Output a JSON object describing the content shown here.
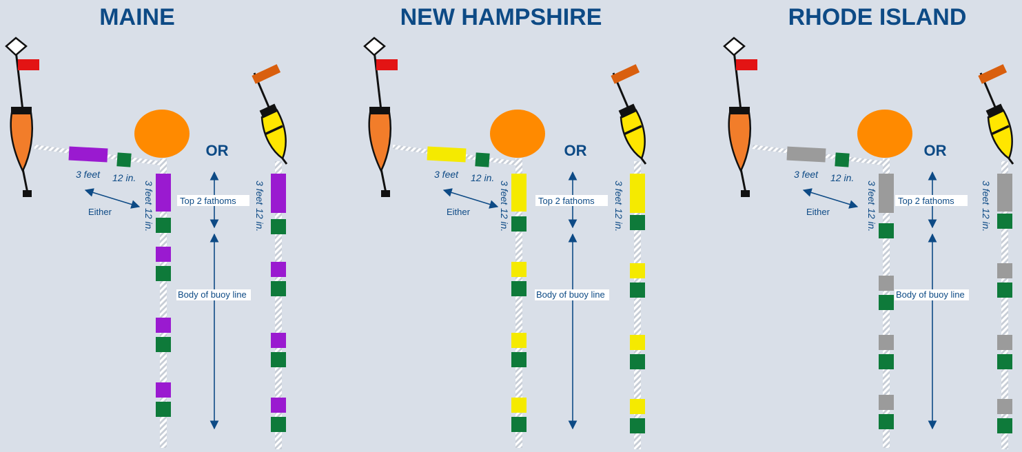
{
  "panels": [
    {
      "title": "MAINE",
      "marker_color": "#9a1ad0"
    },
    {
      "title": "NEW HAMPSHIRE",
      "marker_color": "#f5ea00"
    },
    {
      "title": "RHODE ISLAND",
      "marker_color": "#9b9b9b"
    }
  ],
  "labels": {
    "or": "OR",
    "three_feet": "3 feet",
    "twelve_in": "12 in.",
    "either": "Either",
    "top_fathoms": "Top 2 fathoms",
    "body_line": "Body of buoy line"
  },
  "colors": {
    "title_blue": "#0d4a85",
    "green_marker": "#0e7a3a",
    "buoy_orange": "#f27d2a",
    "buoy_yellow": "#ffe600",
    "ball_orange": "#ff8a00",
    "flag_red": "#e31414",
    "flag_orange": "#d95f0e",
    "rope": "#ffffff"
  },
  "icons": [
    "diamond-radar-reflector-icon",
    "spar-buoy-icon",
    "ball-buoy-icon",
    "yellow-buoy-icon",
    "flag-icon"
  ]
}
